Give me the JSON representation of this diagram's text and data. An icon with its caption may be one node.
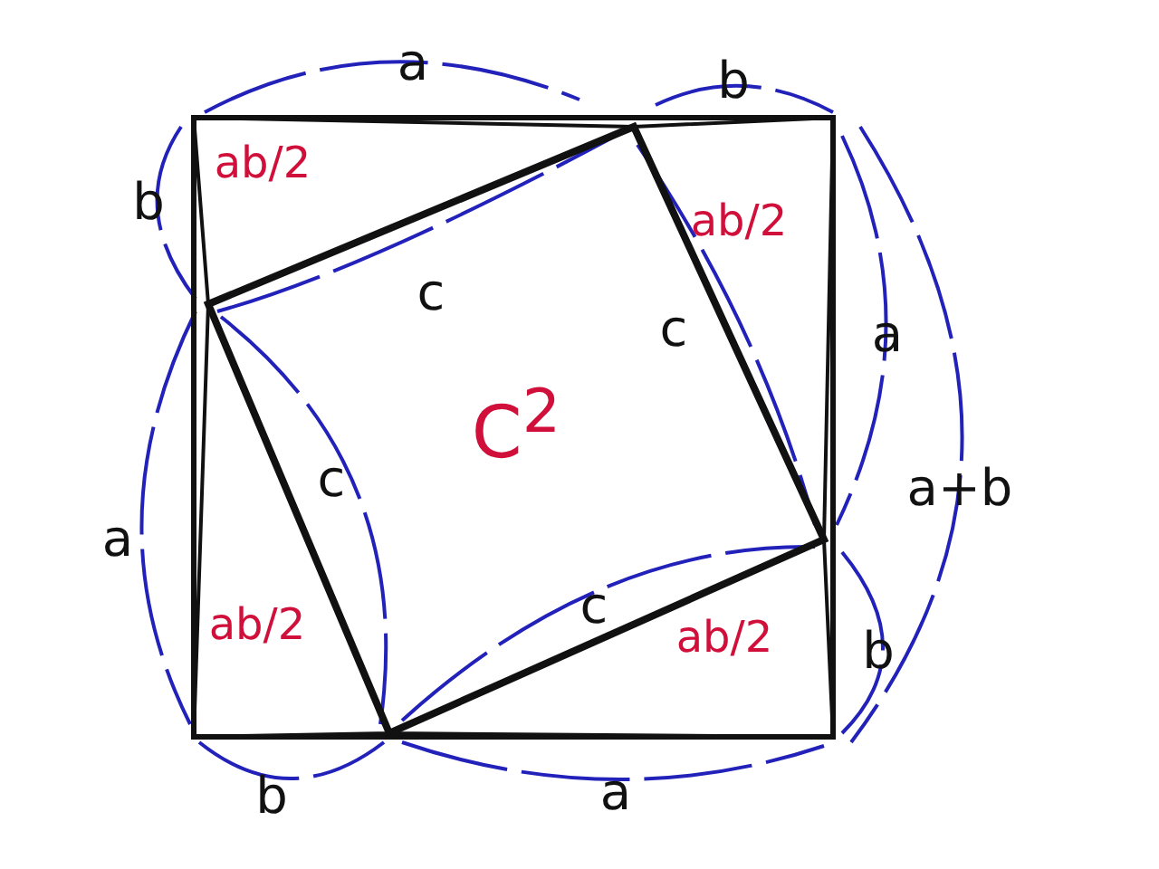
{
  "diagram": {
    "nodes": [
      {
        "text": [
          "ab/2"
        ]
      },
      {
        "text": [
          "ab/2"
        ]
      },
      {
        "text": [
          "C$^{2}$"
        ]
      },
      {
        "text": [
          "ab/2"
        ]
      },
      {
        "text": [
          "ab/2"
        ]
      }
    ],
    "labels": [
      "a",
      "b",
      "b",
      "c",
      "c",
      "a",
      "a+b",
      "c",
      "a",
      "c",
      "b",
      "b",
      "a"
    ]
  }
}
